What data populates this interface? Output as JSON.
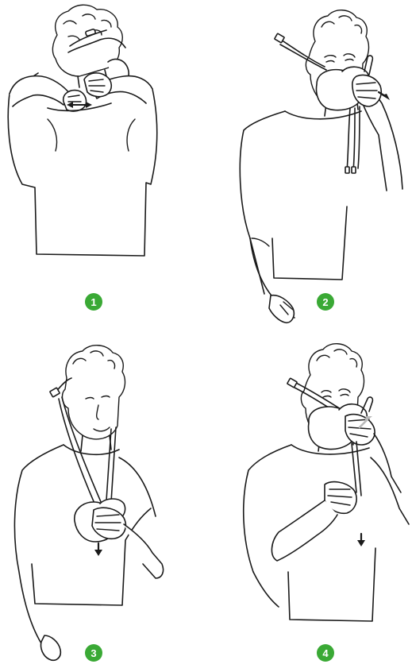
{
  "colors": {
    "badge": "#3aa935",
    "line": "#1a1a1a",
    "arrow_light": "#b8b8b8"
  },
  "steps": [
    {
      "number": "1"
    },
    {
      "number": "2"
    },
    {
      "number": "3"
    },
    {
      "number": "4"
    }
  ]
}
